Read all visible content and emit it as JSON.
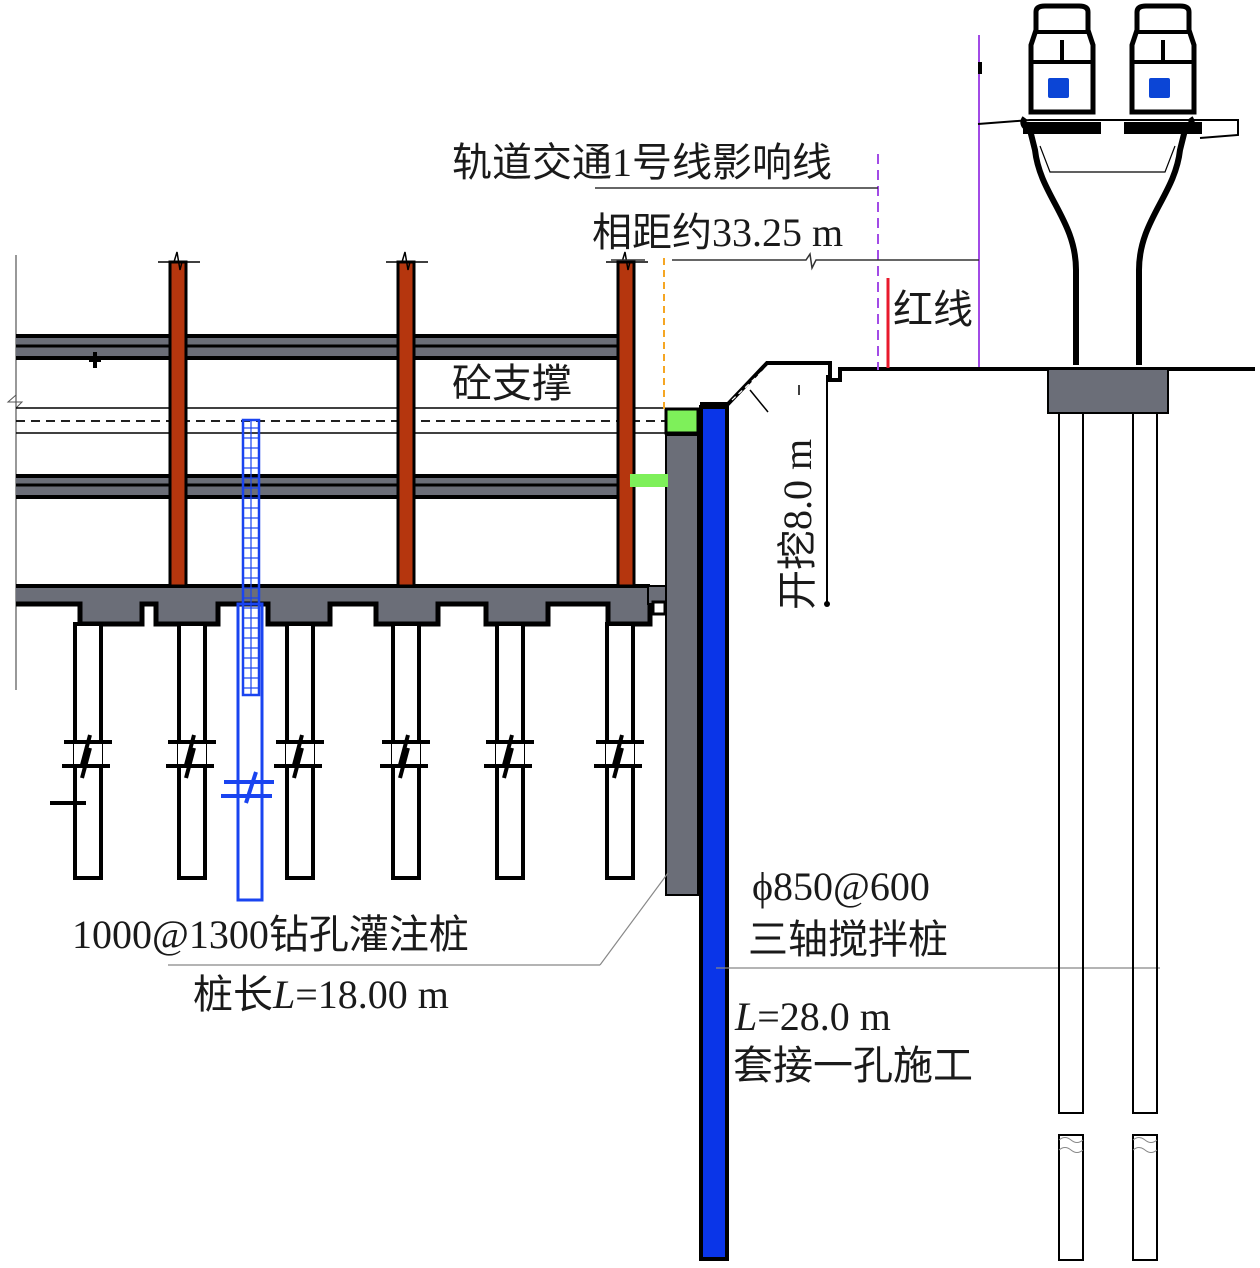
{
  "labels": {
    "influence_line": "轨道交通1号线影响线",
    "distance": "相距约33.25 m",
    "red_line": "红线",
    "concrete_support": "砼支撑",
    "excavation_depth": "开挖8.0 m",
    "bored_pile_spec": "1000@1300钻孔灌注桩",
    "bored_pile_length_prefix": "桩长",
    "bored_pile_length_var": "L",
    "bored_pile_length_value": "=18.00 m",
    "mixing_pile_spec": "ϕ850@600",
    "mixing_pile_name": "三轴搅拌桩",
    "mixing_pile_length_var": "L",
    "mixing_pile_length_value": "=28.0 m",
    "mixing_pile_note": "套接一孔施工"
  },
  "colors": {
    "column": "#b5360e",
    "concrete": "#6b6e78",
    "mixing_pile": "#0a35e8",
    "bored_pile_highlight": "#1a44f0",
    "support_green": "#7ef05a",
    "influence_line": "#a24be6",
    "red_line": "#e8192c",
    "orange_dash": "#f5a623",
    "viaduct_pier": "#000000",
    "train_logo": "#0b45d6"
  },
  "components": {
    "floor_count": 3,
    "bored_piles_count": 6,
    "viaduct_trains": 2
  }
}
